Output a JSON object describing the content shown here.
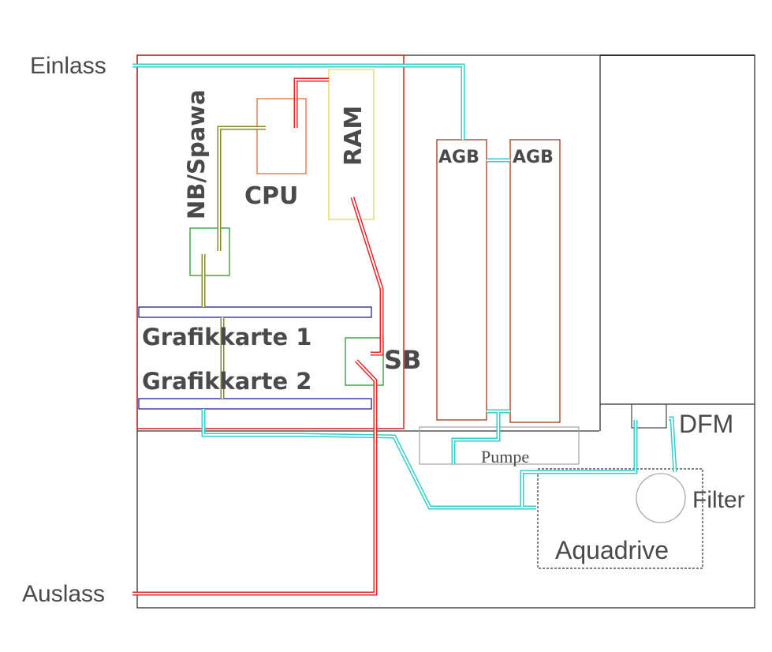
{
  "labels": {
    "einlass": "Einlass",
    "auslass": "Auslass",
    "nb_spawa": "NB/Spawa",
    "cpu": "CPU",
    "ram": "RAM",
    "agb1": "AGB",
    "agb2": "AGB",
    "gpu1": "Grafikkarte 1",
    "gpu2": "Grafikkarte 2",
    "sb": "SB",
    "pumpe": "Pumpe",
    "dfm": "DFM",
    "filter": "Filter",
    "aquadrive": "Aquadrive"
  },
  "colors": {
    "inflow_tube": "#33cccc",
    "outflow_tube": "#e0262b",
    "olive_tube": "#8a8a2a",
    "mainboard_border": "#d42020",
    "cpu_border": "#e07030",
    "ram_border": "#e8d850",
    "chipset_border": "#20a020",
    "gpu_border": "#2020a0",
    "agb_border": "#a03818",
    "pump_border": "#aaaaaa",
    "case_border": "#333333",
    "label_text": "#4a4a4a"
  }
}
